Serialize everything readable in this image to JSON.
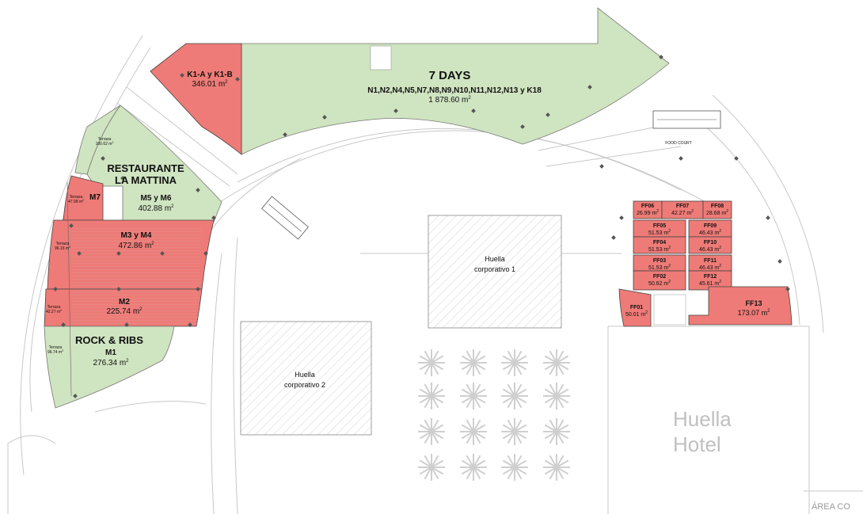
{
  "labels": {
    "k1_name": "K1-A y K1-B",
    "k1_area": "346.01 m",
    "seven_title": "7 DAYS",
    "seven_units": "N1,N2,N4,N5,N7,N8,N9,N10,N11,N12,N13 y K18",
    "seven_area": "1 878.60 m",
    "rest_l1": "RESTAURANTE",
    "rest_l2": "LA MATTINA",
    "m56_name": "M5 y M6",
    "m56_area": "402.88 m",
    "m7_name": "M7",
    "m34_name": "M3 y M4",
    "m34_area": "472.86 m",
    "m2_name": "M2",
    "m2_area": "225.74 m",
    "rock_title": "ROCK & RIBS",
    "m1_name": "M1",
    "m1_area": "276.34 m",
    "terraza": "Terraza",
    "t1_area": "100.62 m",
    "t2_area": "47.08 m",
    "t3_area": "96.16 m",
    "t4_area": "42.27 m",
    "t5_area": "96.74 m",
    "corp1_l1": "Huella",
    "corp1_l2": "corporativo 1",
    "corp2_l1": "Huella",
    "corp2_l2": "corporativo 2",
    "hotel_l1": "Huella",
    "hotel_l2": "Hotel",
    "footer": "ÁREA CO",
    "food_court": "FOOD COURT",
    "sq": "2"
  },
  "ff": [
    {
      "name": "FF06",
      "area": "26.99 m"
    },
    {
      "name": "FF07",
      "area": "42.27 m"
    },
    {
      "name": "FF08",
      "area": "28.68 m"
    },
    {
      "name": "FF05",
      "area": "51.53 m"
    },
    {
      "name": "FF09",
      "area": "46.43 m"
    },
    {
      "name": "FF04",
      "area": "51.53 m"
    },
    {
      "name": "FF10",
      "area": "46.43 m"
    },
    {
      "name": "FF03",
      "area": "51.53 m"
    },
    {
      "name": "FF11",
      "area": "46.43 m"
    },
    {
      "name": "FF02",
      "area": "50.62 m"
    },
    {
      "name": "FF12",
      "area": "45.61 m"
    },
    {
      "name": "FF01",
      "area": "50.01 m"
    },
    {
      "name": "FF13",
      "area": "173.07 m"
    }
  ],
  "colors": {
    "leased": "#ee7b77",
    "available": "#cfe4c0",
    "hatch": "#bdbdbd"
  }
}
